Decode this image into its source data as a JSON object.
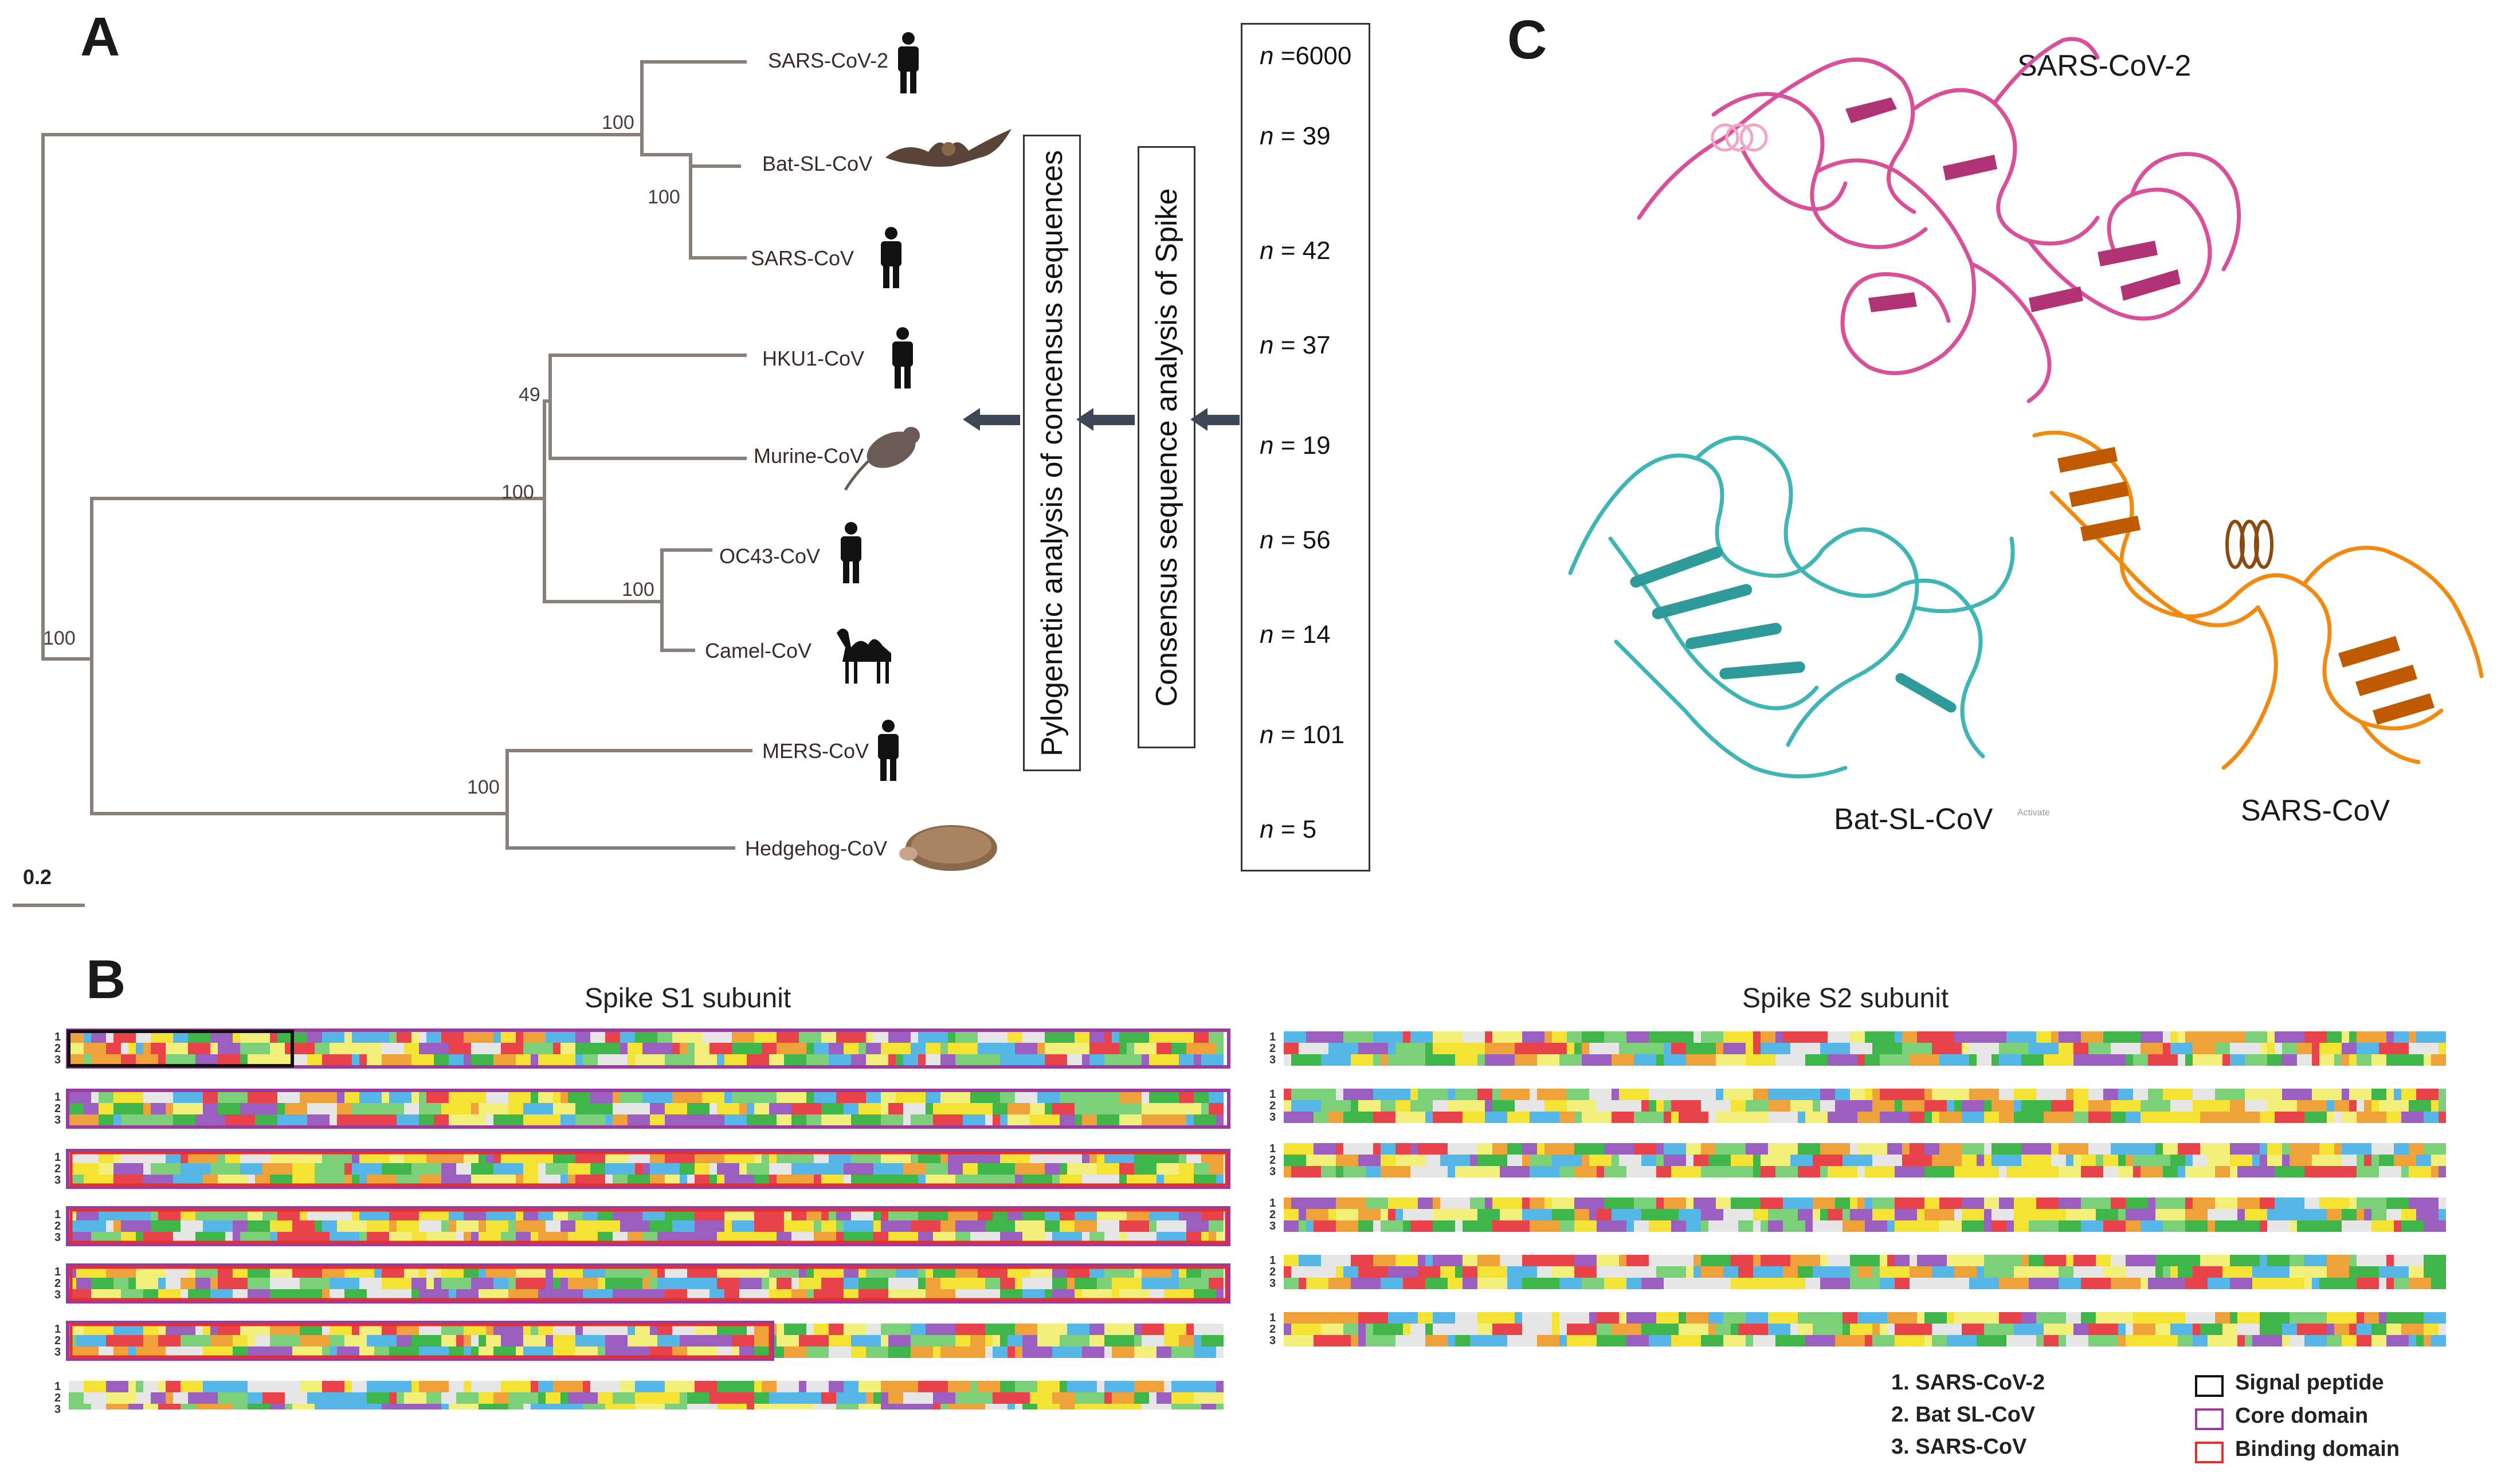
{
  "panels": {
    "a": "A",
    "b": "B",
    "c": "C"
  },
  "tree": {
    "taxa": [
      {
        "name": "SARS-CoV-2",
        "icon": "human-icon"
      },
      {
        "name": "Bat-SL-CoV",
        "icon": "bat-icon"
      },
      {
        "name": "SARS-CoV",
        "icon": "human-icon"
      },
      {
        "name": "HKU1-CoV",
        "icon": "human-icon"
      },
      {
        "name": "Murine-CoV",
        "icon": "rat-icon"
      },
      {
        "name": "OC43-CoV",
        "icon": "human-icon"
      },
      {
        "name": "Camel-CoV",
        "icon": "camel-icon"
      },
      {
        "name": "MERS-CoV",
        "icon": "human-icon"
      },
      {
        "name": "Hedgehog-CoV",
        "icon": "hedgehog-icon"
      }
    ],
    "bootstrap": [
      "100",
      "100",
      "49",
      "100",
      "100",
      "100",
      "100"
    ],
    "scale_label": "0.2"
  },
  "sequence_counts": {
    "n_symbol": "n",
    "values": [
      "=6000",
      "= 39",
      "= 42",
      "= 37",
      "= 19",
      "= 56",
      "= 14",
      "= 101",
      "= 5"
    ]
  },
  "analysis_boxes": {
    "phylo": "Pylogenetic analysis of concensus sequences",
    "consensus": "Consensus sequence analysis of Spike"
  },
  "structures": {
    "sars2": "SARS-CoV-2",
    "bat": "Bat-SL-CoV",
    "sars": "SARS-CoV",
    "watermark": "Activate"
  },
  "alignment": {
    "s1_title": "Spike S1 subunit",
    "s2_title": "Spike S2 subunit",
    "row_numbers": [
      "1",
      "2",
      "3"
    ],
    "sequence_legend": [
      "1. SARS-CoV-2",
      "2. Bat SL-CoV",
      "3. SARS-CoV"
    ],
    "domain_legend": [
      {
        "label": "Signal peptide",
        "color": "#111111"
      },
      {
        "label": "Core domain",
        "color": "#9b3aa0"
      },
      {
        "label": "Binding domain",
        "color": "#e03030"
      }
    ]
  },
  "colors": {
    "branch": "#8a7f7a",
    "sars2_structure": "#d9509a",
    "bat_structure": "#3fb5b5",
    "sars_structure": "#f08a10",
    "arrow": "#3d4656"
  }
}
